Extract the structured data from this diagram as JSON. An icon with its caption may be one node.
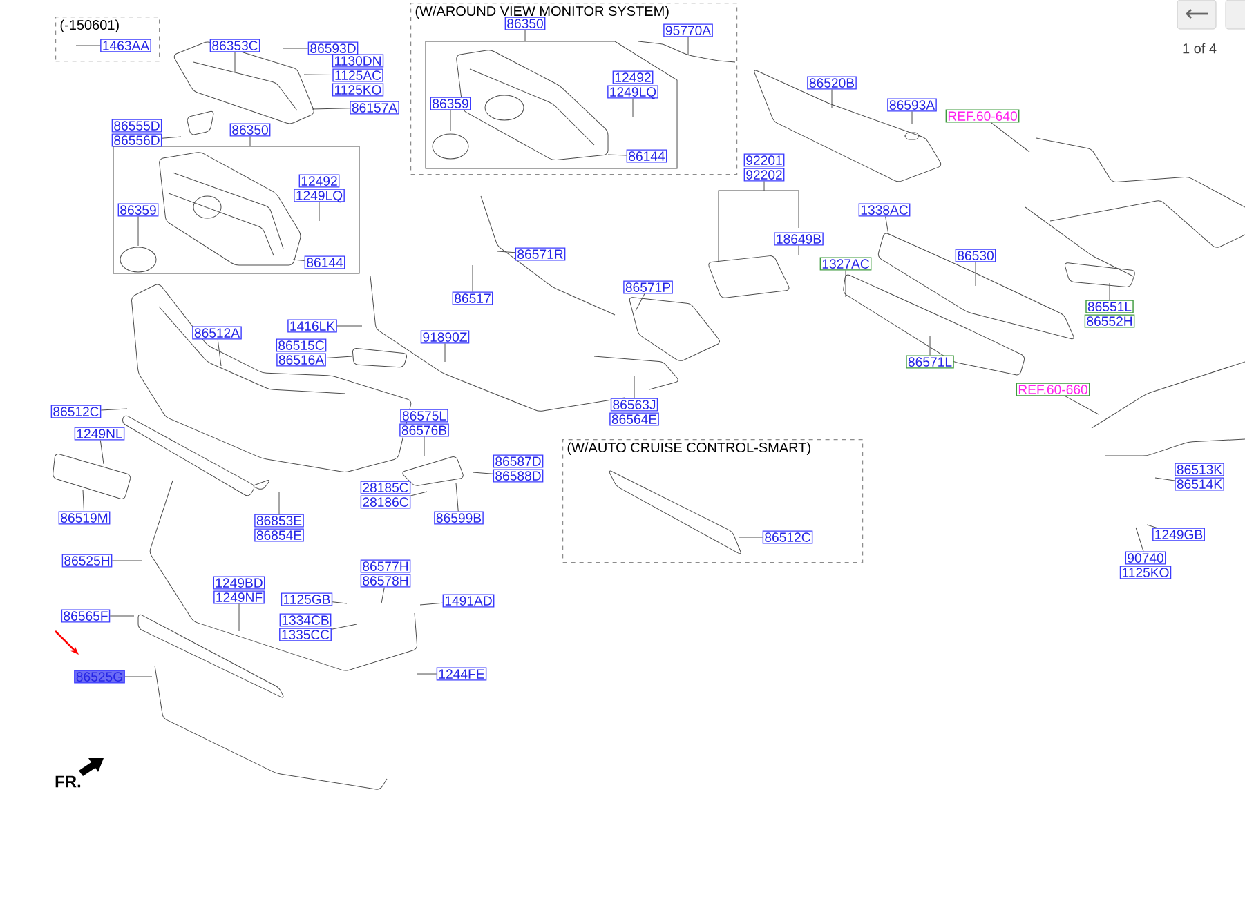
{
  "diagram": {
    "nodes": [
      {
        "text": [
          "(-150601)"
        ]
      },
      {
        "text": [
          "1463AA"
        ],
        "in": 0
      },
      {
        "text": [
          "(W/AROUND VIEW MONITOR SYSTEM)"
        ]
      },
      {
        "text": [
          "86350"
        ],
        "in": 2
      },
      {
        "text": [
          "95770A"
        ],
        "in": 2
      },
      {
        "text": [
          "86359"
        ],
        "in": 2
      },
      {
        "text": [
          "12492"
        ],
        "in": 2
      },
      {
        "text": [
          "1249LQ"
        ],
        "in": 2
      },
      {
        "text": [
          "86144"
        ],
        "in": 2
      },
      {
        "text": [
          "86353C"
        ]
      },
      {
        "text": [
          "86593D"
        ]
      },
      {
        "text": [
          "1130DN"
        ]
      },
      {
        "text": [
          "1125AC"
        ]
      },
      {
        "text": [
          "1125KO"
        ]
      },
      {
        "text": [
          "86157A"
        ]
      },
      {
        "text": [
          "86555D"
        ]
      },
      {
        "text": [
          "86556D"
        ]
      },
      {
        "text": [
          "86350"
        ]
      },
      {
        "text": [
          "12492"
        ]
      },
      {
        "text": [
          "1249LQ"
        ]
      },
      {
        "text": [
          "86359"
        ]
      },
      {
        "text": [
          "86144"
        ]
      },
      {
        "text": [
          "92201"
        ]
      },
      {
        "text": [
          "92202"
        ]
      },
      {
        "text": [
          "18649B"
        ]
      },
      {
        "text": [
          "86571R"
        ]
      },
      {
        "text": [
          "86517"
        ]
      },
      {
        "text": [
          "86571P"
        ]
      },
      {
        "text": [
          "1416LK"
        ]
      },
      {
        "text": [
          "86515C"
        ]
      },
      {
        "text": [
          "86516A"
        ]
      },
      {
        "text": [
          "86512A"
        ]
      },
      {
        "text": [
          "91890Z"
        ]
      },
      {
        "text": [
          "86563J"
        ]
      },
      {
        "text": [
          "86564E"
        ]
      },
      {
        "text": [
          "86512C"
        ]
      },
      {
        "text": [
          "1249NL"
        ]
      },
      {
        "text": [
          "86519M"
        ]
      },
      {
        "text": [
          "86575L"
        ]
      },
      {
        "text": [
          "86576B"
        ]
      },
      {
        "text": [
          "86587D"
        ]
      },
      {
        "text": [
          "86588D"
        ]
      },
      {
        "text": [
          "28185C"
        ]
      },
      {
        "text": [
          "28186C"
        ]
      },
      {
        "text": [
          "86599B"
        ]
      },
      {
        "text": [
          "86853E"
        ]
      },
      {
        "text": [
          "86854E"
        ]
      },
      {
        "text": [
          "(W/AUTO CRUISE CONTROL-SMART)"
        ]
      },
      {
        "text": [
          "86512C"
        ],
        "in": 47
      },
      {
        "text": [
          "86525H"
        ]
      },
      {
        "text": [
          "86565F"
        ]
      },
      {
        "text": [
          "86525G"
        ]
      },
      {
        "text": [
          "1249BD"
        ]
      },
      {
        "text": [
          "1249NF"
        ]
      },
      {
        "text": [
          "86577H"
        ]
      },
      {
        "text": [
          "86578H"
        ]
      },
      {
        "text": [
          "1125GB"
        ]
      },
      {
        "text": [
          "1491AD"
        ]
      },
      {
        "text": [
          "1334CB"
        ]
      },
      {
        "text": [
          "1335CC"
        ]
      },
      {
        "text": [
          "1244FE"
        ]
      },
      {
        "text": [
          "86520B"
        ]
      },
      {
        "text": [
          "86593A"
        ]
      },
      {
        "text": [
          "REF.60-640"
        ]
      },
      {
        "text": [
          "1338AC"
        ]
      },
      {
        "text": [
          "1327AC"
        ]
      },
      {
        "text": [
          "86530"
        ]
      },
      {
        "text": [
          "86551L"
        ]
      },
      {
        "text": [
          "86552H"
        ]
      },
      {
        "text": [
          "86571L"
        ]
      },
      {
        "text": [
          "REF.60-660"
        ]
      },
      {
        "text": [
          "86513K"
        ]
      },
      {
        "text": [
          "86514K"
        ]
      },
      {
        "text": [
          "1249GB"
        ]
      },
      {
        "text": [
          "90740"
        ]
      },
      {
        "text": [
          "1125KO"
        ]
      }
    ],
    "edges": [
      {
        "from": 1,
        "to": null,
        "arrow": "none"
      },
      {
        "from": 3,
        "to": null,
        "arrow": "none"
      },
      {
        "from": 4,
        "to": null,
        "arrow": "none"
      },
      {
        "from": 5,
        "to": null,
        "arrow": "none"
      },
      {
        "from": 7,
        "to": null,
        "arrow": "none"
      },
      {
        "from": 8,
        "to": null,
        "arrow": "none"
      },
      {
        "from": 9,
        "to": null,
        "arrow": "none"
      },
      {
        "from": 10,
        "to": null,
        "arrow": "none"
      },
      {
        "from": 12,
        "to": null,
        "arrow": "none"
      },
      {
        "from": 14,
        "to": null,
        "arrow": "none"
      },
      {
        "from": 16,
        "to": null,
        "arrow": "none"
      },
      {
        "from": 17,
        "to": null,
        "arrow": "none"
      },
      {
        "from": 19,
        "to": null,
        "arrow": "none"
      },
      {
        "from": 20,
        "to": null,
        "arrow": "none"
      },
      {
        "from": 21,
        "to": null,
        "arrow": "none"
      },
      {
        "from": 23,
        "to": null,
        "arrow": "none"
      },
      {
        "from": 24,
        "to": null,
        "arrow": "none"
      },
      {
        "from": 25,
        "to": null,
        "arrow": "none"
      },
      {
        "from": 26,
        "to": null,
        "arrow": "none"
      },
      {
        "from": 27,
        "to": null,
        "arrow": "none"
      },
      {
        "from": 28,
        "to": null,
        "arrow": "none"
      },
      {
        "from": 30,
        "to": null,
        "arrow": "none"
      },
      {
        "from": 31,
        "to": null,
        "arrow": "none"
      },
      {
        "from": 32,
        "to": null,
        "arrow": "none"
      },
      {
        "from": 33,
        "to": null,
        "arrow": "none"
      },
      {
        "from": 35,
        "to": null,
        "arrow": "none"
      },
      {
        "from": 36,
        "to": null,
        "arrow": "none"
      },
      {
        "from": 37,
        "to": null,
        "arrow": "none"
      },
      {
        "from": 39,
        "to": null,
        "arrow": "none"
      },
      {
        "from": 41,
        "to": null,
        "arrow": "none"
      },
      {
        "from": 43,
        "to": null,
        "arrow": "none"
      },
      {
        "from": 44,
        "to": null,
        "arrow": "none"
      },
      {
        "from": 45,
        "to": null,
        "arrow": "none"
      },
      {
        "from": 48,
        "to": null,
        "arrow": "none"
      },
      {
        "from": 49,
        "to": null,
        "arrow": "none"
      },
      {
        "from": 50,
        "to": null,
        "arrow": "none"
      },
      {
        "from": 51,
        "to": null,
        "arrow": "none"
      },
      {
        "from": 53,
        "to": null,
        "arrow": "none"
      },
      {
        "from": 55,
        "to": null,
        "arrow": "none"
      },
      {
        "from": 56,
        "to": null,
        "arrow": "none"
      },
      {
        "from": 57,
        "to": null,
        "arrow": "none"
      },
      {
        "from": 59,
        "to": null,
        "arrow": "none"
      },
      {
        "from": 60,
        "to": null,
        "arrow": "none"
      },
      {
        "from": 61,
        "to": null,
        "arrow": "none"
      },
      {
        "from": 62,
        "to": null,
        "arrow": "none"
      },
      {
        "from": 63,
        "to": null,
        "arrow": "none"
      },
      {
        "from": 64,
        "to": null,
        "arrow": "none"
      },
      {
        "from": 65,
        "to": null,
        "arrow": "none"
      },
      {
        "from": 66,
        "to": null,
        "arrow": "none"
      },
      {
        "from": 67,
        "to": null,
        "arrow": "none"
      },
      {
        "from": 69,
        "to": null,
        "arrow": "none"
      },
      {
        "from": 70,
        "to": null,
        "arrow": "none"
      },
      {
        "from": 72,
        "to": null,
        "arrow": "none"
      },
      {
        "from": 73,
        "to": null,
        "arrow": "none"
      },
      {
        "from": 74,
        "to": null,
        "arrow": "none"
      }
    ],
    "labels": [
      "1 of 4",
      "FR."
    ]
  }
}
